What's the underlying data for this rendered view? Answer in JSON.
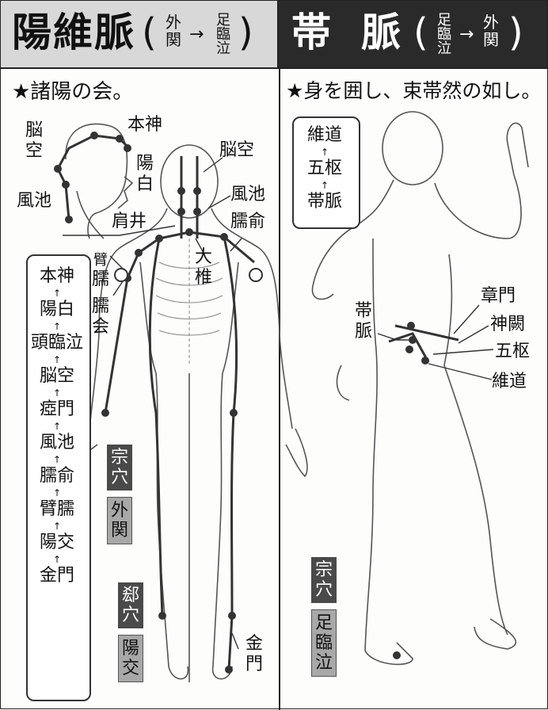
{
  "left": {
    "title": "陽維脈",
    "from": "外関",
    "to": "足臨泣",
    "arrow": "→",
    "subtitle": "★諸陽の会。",
    "labels": {
      "honjin": "本神",
      "nokuu_a": "脳",
      "nokuu_b": "空",
      "youhaku_a": "陽",
      "youhaku_b": "白",
      "fuuchi": "風池",
      "kensei": "肩井",
      "nokuu2": "脳空",
      "fuuchi2": "風池",
      "juyu": "臑俞",
      "daitsui_a": "大",
      "daitsui_b": "椎",
      "hiju_a": "臂",
      "hiju_b": "臑",
      "juue_a": "臑",
      "juue_b": "会",
      "kinmon_a": "金",
      "kinmon_b": "門"
    },
    "chain": [
      "本神",
      "陽白",
      "頭臨泣",
      "脳空",
      "瘂門",
      "風池",
      "臑俞",
      "臂臑",
      "陽交",
      "金門"
    ],
    "chain_arrow": "↑",
    "tag_master": [
      "宗",
      "穴"
    ],
    "tag_gaikan": [
      "外",
      "関"
    ],
    "tag_geki": [
      "郄",
      "穴"
    ],
    "tag_youkou": [
      "陽",
      "交"
    ]
  },
  "right": {
    "title_a": "帯",
    "title_b": "脈",
    "from": "足臨泣",
    "to": "外関",
    "arrow": "→",
    "subtitle": "★身を囲し、束帯然の如し。",
    "chain": [
      "維道",
      "五枢",
      "帯脈"
    ],
    "chain_arrow": "↑",
    "labels": {
      "taimyaku_a": "帯",
      "taimyaku_b": "脈",
      "shoumon": "章門",
      "shinketsu": "神闕",
      "gosuu": "五枢",
      "idou": "維道"
    },
    "tag_master": [
      "宗",
      "穴"
    ],
    "tag_ashi": [
      "足",
      "臨",
      "泣"
    ]
  }
}
